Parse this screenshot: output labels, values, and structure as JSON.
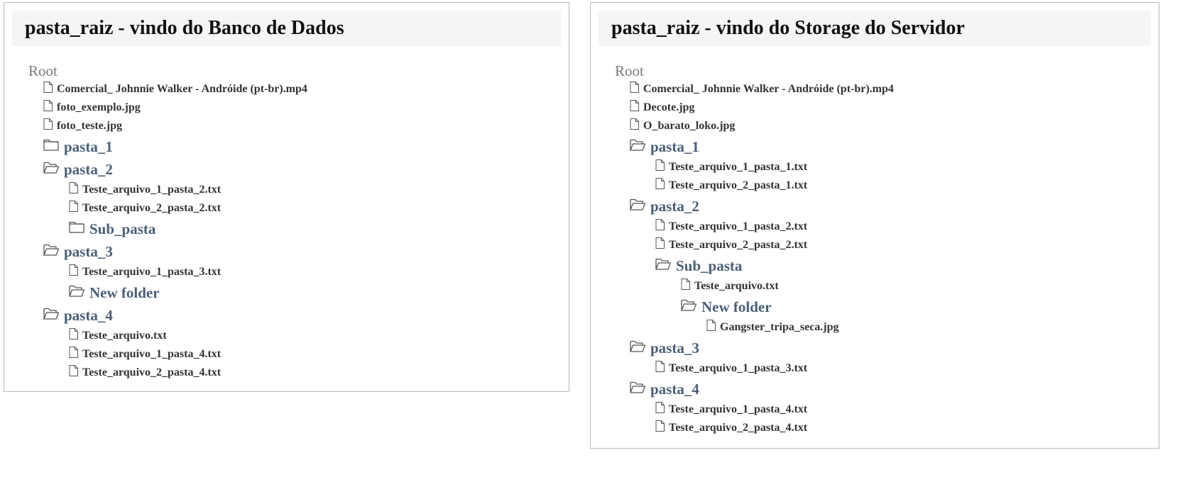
{
  "left_panel": {
    "title": "pasta_raiz - vindo do Banco de Dados",
    "root_label": "Root",
    "nodes": [
      {
        "type": "file",
        "level": 1,
        "label": "Comercial_ Johnnie Walker - Andróide (pt-br).mp4"
      },
      {
        "type": "file",
        "level": 1,
        "label": "foto_exemplo.jpg"
      },
      {
        "type": "file",
        "level": 1,
        "label": "foto_teste.jpg"
      },
      {
        "type": "folder",
        "level": 1,
        "label": "pasta_1",
        "open": false
      },
      {
        "type": "folder",
        "level": 1,
        "label": "pasta_2",
        "open": true
      },
      {
        "type": "file",
        "level": 2,
        "label": "Teste_arquivo_1_pasta_2.txt"
      },
      {
        "type": "file",
        "level": 2,
        "label": "Teste_arquivo_2_pasta_2.txt"
      },
      {
        "type": "folder",
        "level": 2,
        "label": "Sub_pasta",
        "open": false
      },
      {
        "type": "folder",
        "level": 1,
        "label": "pasta_3",
        "open": true
      },
      {
        "type": "file",
        "level": 2,
        "label": "Teste_arquivo_1_pasta_3.txt"
      },
      {
        "type": "folder",
        "level": 2,
        "label": "New folder",
        "open": true
      },
      {
        "type": "folder",
        "level": 1,
        "label": "pasta_4",
        "open": true
      },
      {
        "type": "file",
        "level": 2,
        "label": "Teste_arquivo.txt"
      },
      {
        "type": "file",
        "level": 2,
        "label": "Teste_arquivo_1_pasta_4.txt"
      },
      {
        "type": "file",
        "level": 2,
        "label": "Teste_arquivo_2_pasta_4.txt"
      }
    ]
  },
  "right_panel": {
    "title": "pasta_raiz - vindo do Storage do Servidor",
    "root_label": "Root",
    "nodes": [
      {
        "type": "file",
        "level": 1,
        "label": "Comercial_ Johnnie Walker - Andróide (pt-br).mp4"
      },
      {
        "type": "file",
        "level": 1,
        "label": "Decote.jpg"
      },
      {
        "type": "file",
        "level": 1,
        "label": "O_barato_loko.jpg"
      },
      {
        "type": "folder",
        "level": 1,
        "label": "pasta_1",
        "open": true
      },
      {
        "type": "file",
        "level": 2,
        "label": "Teste_arquivo_1_pasta_1.txt"
      },
      {
        "type": "file",
        "level": 2,
        "label": "Teste_arquivo_2_pasta_1.txt"
      },
      {
        "type": "folder",
        "level": 1,
        "label": "pasta_2",
        "open": true
      },
      {
        "type": "file",
        "level": 2,
        "label": "Teste_arquivo_1_pasta_2.txt"
      },
      {
        "type": "file",
        "level": 2,
        "label": "Teste_arquivo_2_pasta_2.txt"
      },
      {
        "type": "folder",
        "level": 2,
        "label": "Sub_pasta",
        "open": true
      },
      {
        "type": "file",
        "level": 3,
        "label": "Teste_arquivo.txt"
      },
      {
        "type": "folder",
        "level": 3,
        "label": "New folder",
        "open": true
      },
      {
        "type": "file",
        "level": 4,
        "label": "Gangster_tripa_seca.jpg"
      },
      {
        "type": "folder",
        "level": 1,
        "label": "pasta_3",
        "open": true
      },
      {
        "type": "file",
        "level": 2,
        "label": "Teste_arquivo_1_pasta_3.txt"
      },
      {
        "type": "folder",
        "level": 1,
        "label": "pasta_4",
        "open": true
      },
      {
        "type": "file",
        "level": 2,
        "label": "Teste_arquivo_1_pasta_4.txt"
      },
      {
        "type": "file",
        "level": 2,
        "label": "Teste_arquivo_2_pasta_4.txt"
      }
    ]
  },
  "icons": {
    "file": "file-icon",
    "folder_closed": "folder-closed-icon",
    "folder_open": "folder-open-icon"
  },
  "colors": {
    "folder_label": "#4a5f77",
    "file_label": "#333333",
    "root_label": "#7a7a7a",
    "header_bg": "#f5f5f5",
    "border": "#b8b8b8"
  }
}
